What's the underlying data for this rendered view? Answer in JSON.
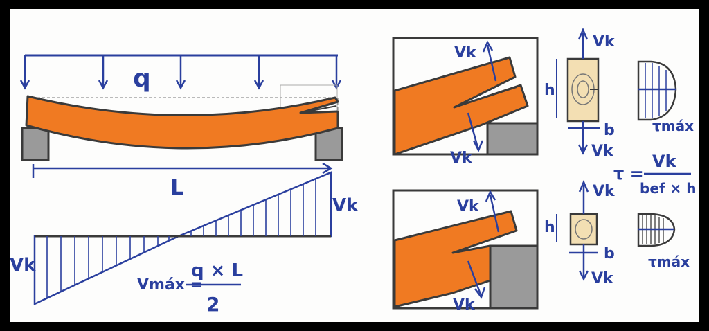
{
  "colors": {
    "ink_blue": "#2a3f9e",
    "ink_dark": "#3a3a3a",
    "beam_orange": "#f07a22",
    "support_gray": "#9a9a9a",
    "wood_section": "#f3dfb3",
    "paper": "#fdfdfc",
    "frame": "#000000"
  },
  "left_diagram": {
    "load_label": "q",
    "span_label": "L",
    "shear_right_label": "Vk",
    "shear_left_label": "Vk",
    "formula": {
      "lhs": "Vmáx =",
      "numerator": "q × L",
      "denominator": "2"
    }
  },
  "detail_top": {
    "force_up_label": "Vk",
    "force_down_label": "Vk",
    "section_top_label": "Vk",
    "section_bottom_label": "Vk",
    "height_label": "h",
    "width_label": "b",
    "stress_label": "τmáx"
  },
  "detail_bottom": {
    "force_up_label": "Vk",
    "force_down_label": "Vk",
    "section_top_label": "Vk",
    "section_bottom_label": "Vk",
    "height_label": "h",
    "width_label": "b",
    "stress_label": "τmáx"
  },
  "shear_formula": {
    "lhs": "τ =",
    "numerator": "Vk",
    "denominator": "bef × h"
  }
}
